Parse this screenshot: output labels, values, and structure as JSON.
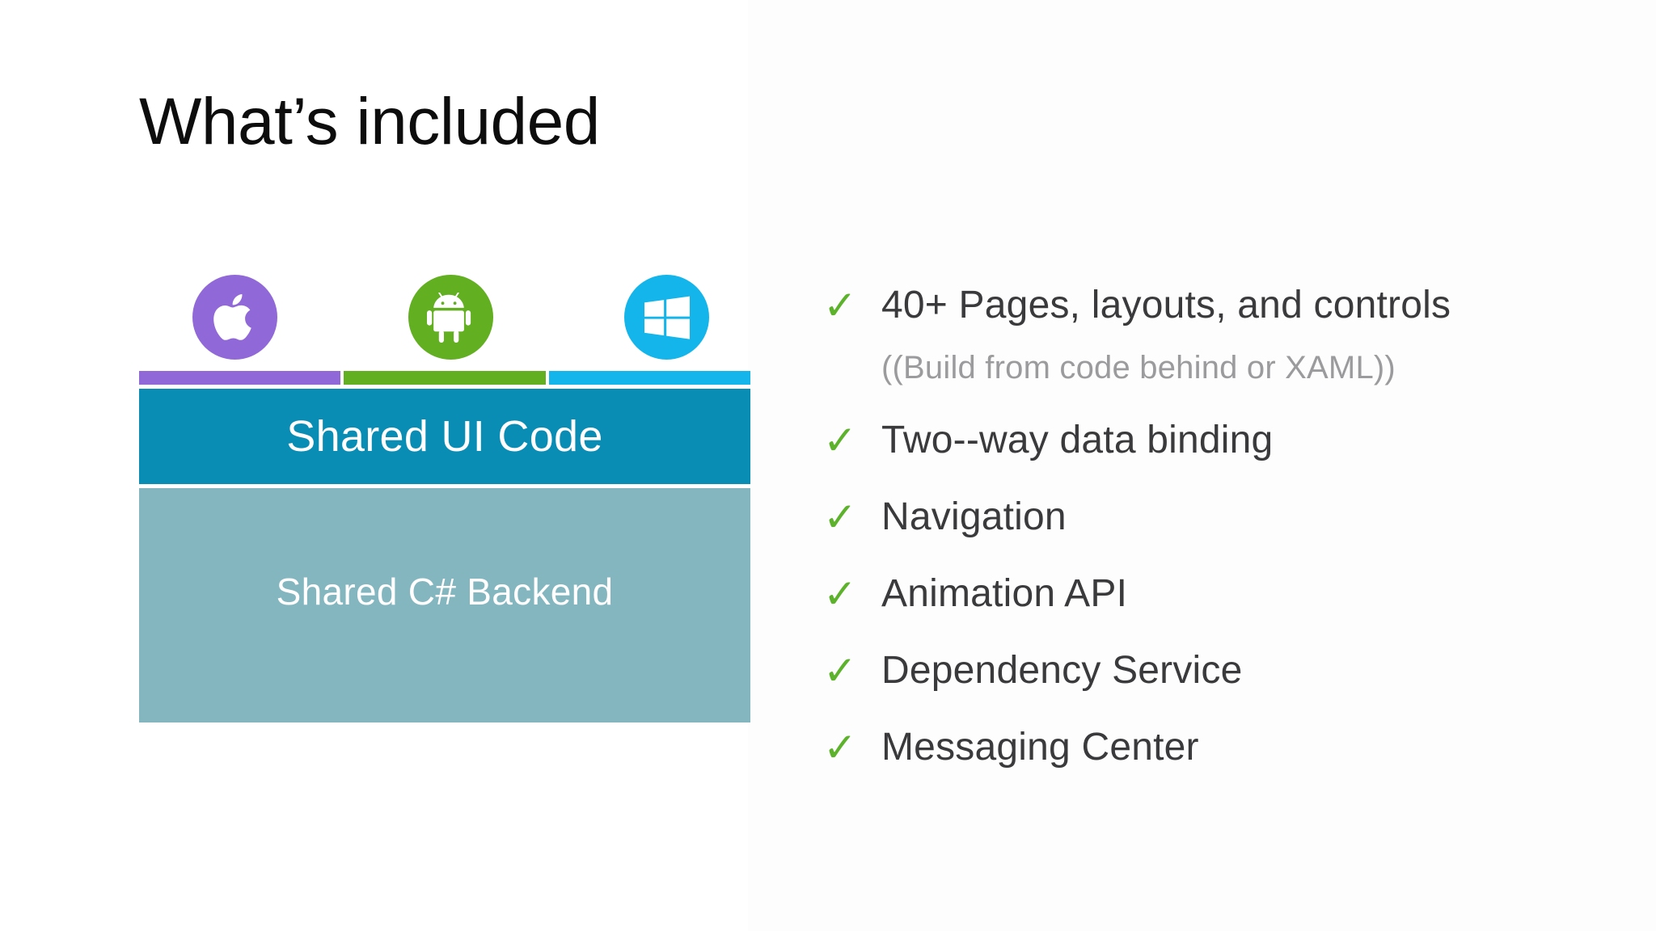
{
  "slide": {
    "title": "What’s included",
    "background_color": "#ffffff",
    "panel_color": "#fdfdfd"
  },
  "diagram": {
    "platforms": [
      {
        "name": "apple",
        "icon": "apple-icon",
        "circle_color": "#9168D8",
        "bar_color": "#9168D8"
      },
      {
        "name": "android",
        "icon": "android-icon",
        "circle_color": "#62AF21",
        "bar_color": "#62AF21"
      },
      {
        "name": "windows",
        "icon": "windows-icon",
        "circle_color": "#13B5EA",
        "bar_color": "#13B5EA"
      }
    ],
    "ui_block": {
      "label": "Shared UI Code",
      "color": "#0A8DB4",
      "text_color": "#ffffff"
    },
    "backend_block": {
      "label": "Shared C#  Backend",
      "color": "#84B6BF",
      "text_color": "#ffffff"
    }
  },
  "checklist": {
    "check_icon": "check-icon",
    "check_color": "#5DB22C",
    "items": [
      {
        "label": "40+ Pages, layouts,  and controls",
        "sub": "((Build from code behind or XAML))"
      },
      {
        "label": "Two--way data  binding"
      },
      {
        "label": "Navigation"
      },
      {
        "label": "Animation API"
      },
      {
        "label": "Dependency  Service"
      },
      {
        "label": "Messaging  Center"
      }
    ],
    "check_glyph": "✓"
  }
}
